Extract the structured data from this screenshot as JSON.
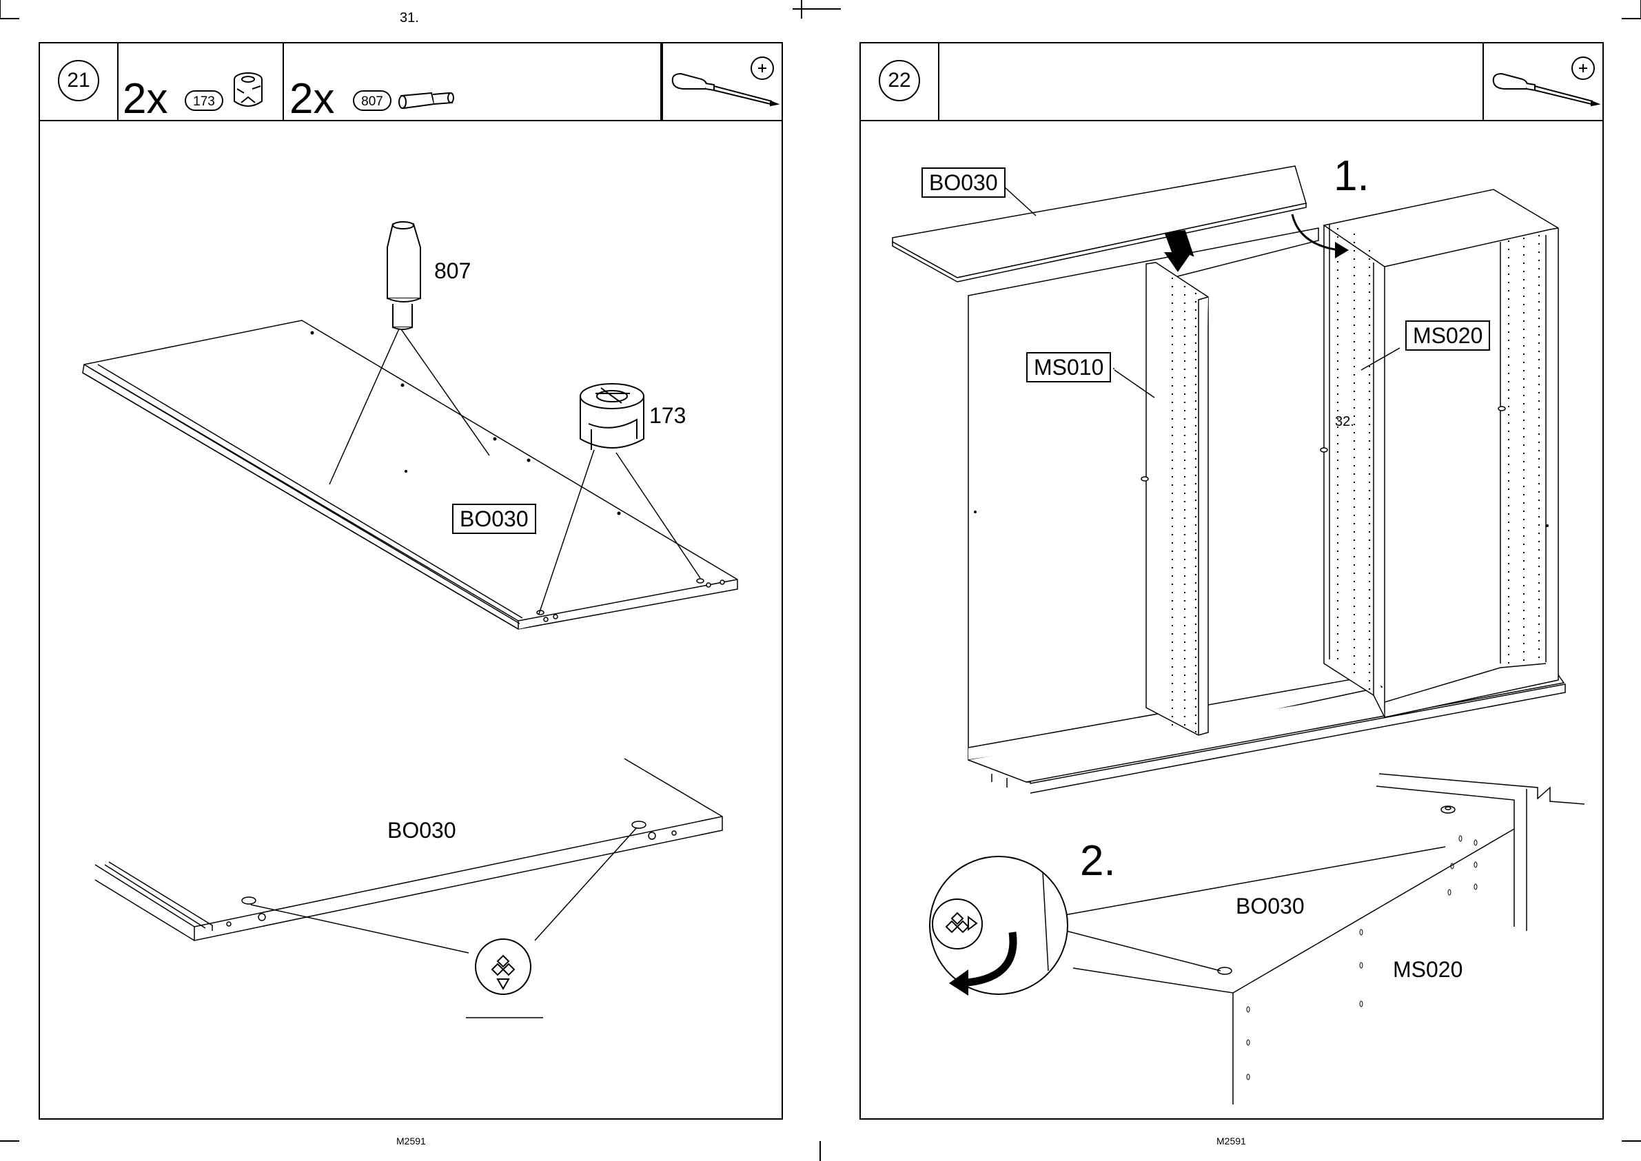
{
  "pages": {
    "left": {
      "page_number": "31.",
      "footer_code": "M2591",
      "step": {
        "number": "21",
        "parts": [
          {
            "quantity": "2x",
            "part_code": "173"
          },
          {
            "quantity": "2x",
            "part_code": "807"
          }
        ],
        "tool_icon": "screwdriver-phillips-icon"
      },
      "labels": {
        "dowel_code": "807",
        "cam_code": "173",
        "board_code_boxed": "BO030",
        "board_code_detail": "BO030"
      }
    },
    "right": {
      "footer_code": "M2591",
      "step": {
        "number": "22",
        "tool_icon": "screwdriver-phillips-icon"
      },
      "labels": {
        "board_code_boxed": "BO030",
        "sub_step_1": "1.",
        "side_panel_1": "MS010",
        "side_panel_2": "MS020",
        "page_ref": "32.",
        "sub_step_2": "2.",
        "board_code_detail": "BO030",
        "side_panel_detail": "MS020"
      },
      "rotate_icon": "rotate-clockwise-arrow-icon"
    }
  }
}
